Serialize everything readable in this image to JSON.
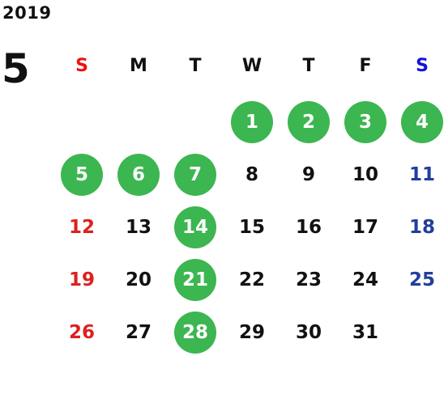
{
  "calendar": {
    "year": "2019",
    "month": "5",
    "colors": {
      "sunday": "#dd2020",
      "saturday": "#1f3f9a",
      "sunday_header": "#ee1111",
      "saturday_header": "#1111dd",
      "highlight": "#3cb650"
    },
    "weekdays": [
      "S",
      "M",
      "T",
      "W",
      "T",
      "F",
      "S"
    ],
    "weeks": [
      [
        {
          "label": ""
        },
        {
          "label": ""
        },
        {
          "label": ""
        },
        {
          "label": "1",
          "highlighted": true
        },
        {
          "label": "2",
          "highlighted": true
        },
        {
          "label": "3",
          "highlighted": true
        },
        {
          "label": "4",
          "highlighted": true
        }
      ],
      [
        {
          "label": "5",
          "highlighted": true
        },
        {
          "label": "6",
          "highlighted": true
        },
        {
          "label": "7",
          "highlighted": true
        },
        {
          "label": "8"
        },
        {
          "label": "9"
        },
        {
          "label": "10"
        },
        {
          "label": "11"
        }
      ],
      [
        {
          "label": "12"
        },
        {
          "label": "13"
        },
        {
          "label": "14",
          "highlighted": true
        },
        {
          "label": "15"
        },
        {
          "label": "16"
        },
        {
          "label": "17"
        },
        {
          "label": "18"
        }
      ],
      [
        {
          "label": "19"
        },
        {
          "label": "20"
        },
        {
          "label": "21",
          "highlighted": true
        },
        {
          "label": "22"
        },
        {
          "label": "23"
        },
        {
          "label": "24"
        },
        {
          "label": "25"
        }
      ],
      [
        {
          "label": "26"
        },
        {
          "label": "27"
        },
        {
          "label": "28",
          "highlighted": true
        },
        {
          "label": "29"
        },
        {
          "label": "30"
        },
        {
          "label": "31"
        },
        {
          "label": ""
        }
      ]
    ]
  }
}
